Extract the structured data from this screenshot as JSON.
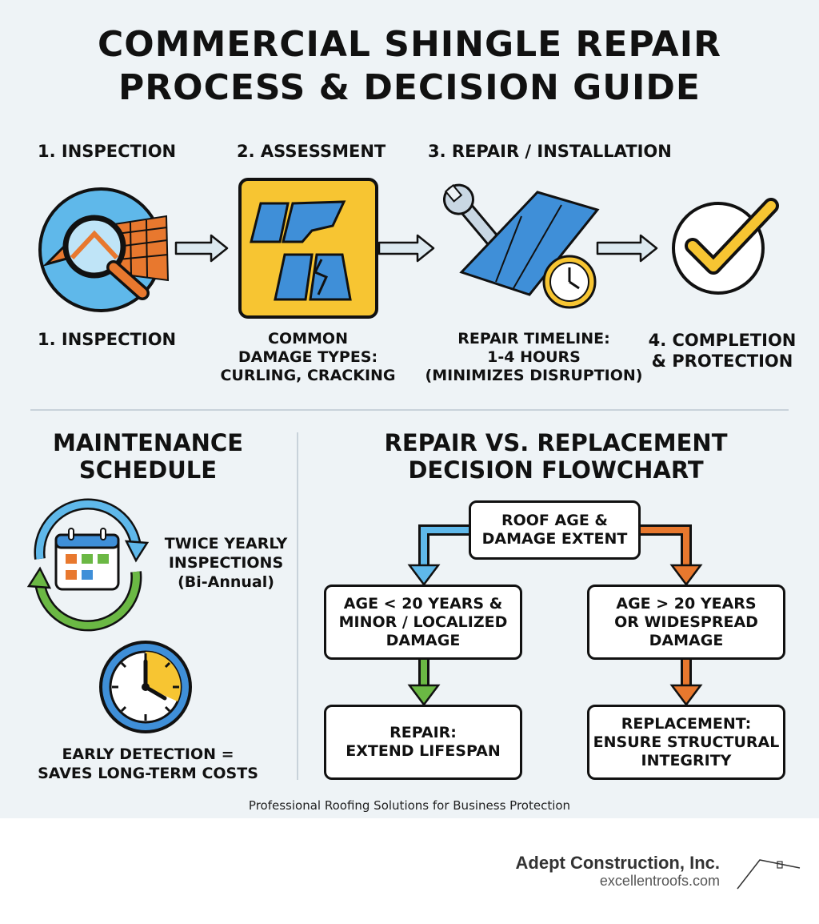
{
  "title": {
    "line1": "COMMERCIAL SHINGLE REPAIR",
    "line2": "PROCESS & DECISION GUIDE"
  },
  "process": {
    "steps": [
      {
        "label": "1. INSPECTION",
        "caption": "1. INSPECTION"
      },
      {
        "label": "2. ASSESSMENT",
        "caption_lines": [
          "COMMON",
          "DAMAGE TYPES:",
          "CURLING, CRACKING"
        ]
      },
      {
        "label": "3. REPAIR / INSTALLATION",
        "caption_lines": [
          "REPAIR TIMELINE:",
          "1-4 HOURS",
          "(MINIMIZES DISRUPTION)"
        ]
      },
      {
        "caption_lines": [
          "4. COMPLETION",
          "& PROTECTION"
        ]
      }
    ]
  },
  "maintenance": {
    "heading_lines": [
      "MAINTENANCE",
      "SCHEDULE"
    ],
    "inspections_lines": [
      "TWICE YEARLY",
      "INSPECTIONS",
      "(Bi-Annual)"
    ],
    "early_lines": [
      "EARLY DETECTION =",
      "SAVES LONG-TERM COSTS"
    ]
  },
  "flowchart": {
    "heading_lines": [
      "REPAIR VS. REPLACEMENT",
      "DECISION FLOWCHART"
    ],
    "root": "ROOF AGE &\nDAMAGE EXTENT",
    "left_condition": "AGE < 20 YEARS &\nMINOR / LOCALIZED\nDAMAGE",
    "right_condition": "AGE > 20 YEARS\nOR WIDESPREAD\nDAMAGE",
    "left_outcome": "REPAIR:\nEXTEND LIFESPAN",
    "right_outcome": "REPLACEMENT:\nENSURE STRUCTURAL\nINTEGRITY"
  },
  "tagline": "Professional Roofing Solutions for Business Protection",
  "brand": {
    "name": "Adept Construction, Inc.",
    "url": "excellentroofs.com"
  },
  "colors": {
    "blue": "#3f8fd8",
    "light_blue": "#5fb8ea",
    "yellow": "#f7c532",
    "orange": "#e8782e",
    "green": "#6bb844"
  }
}
